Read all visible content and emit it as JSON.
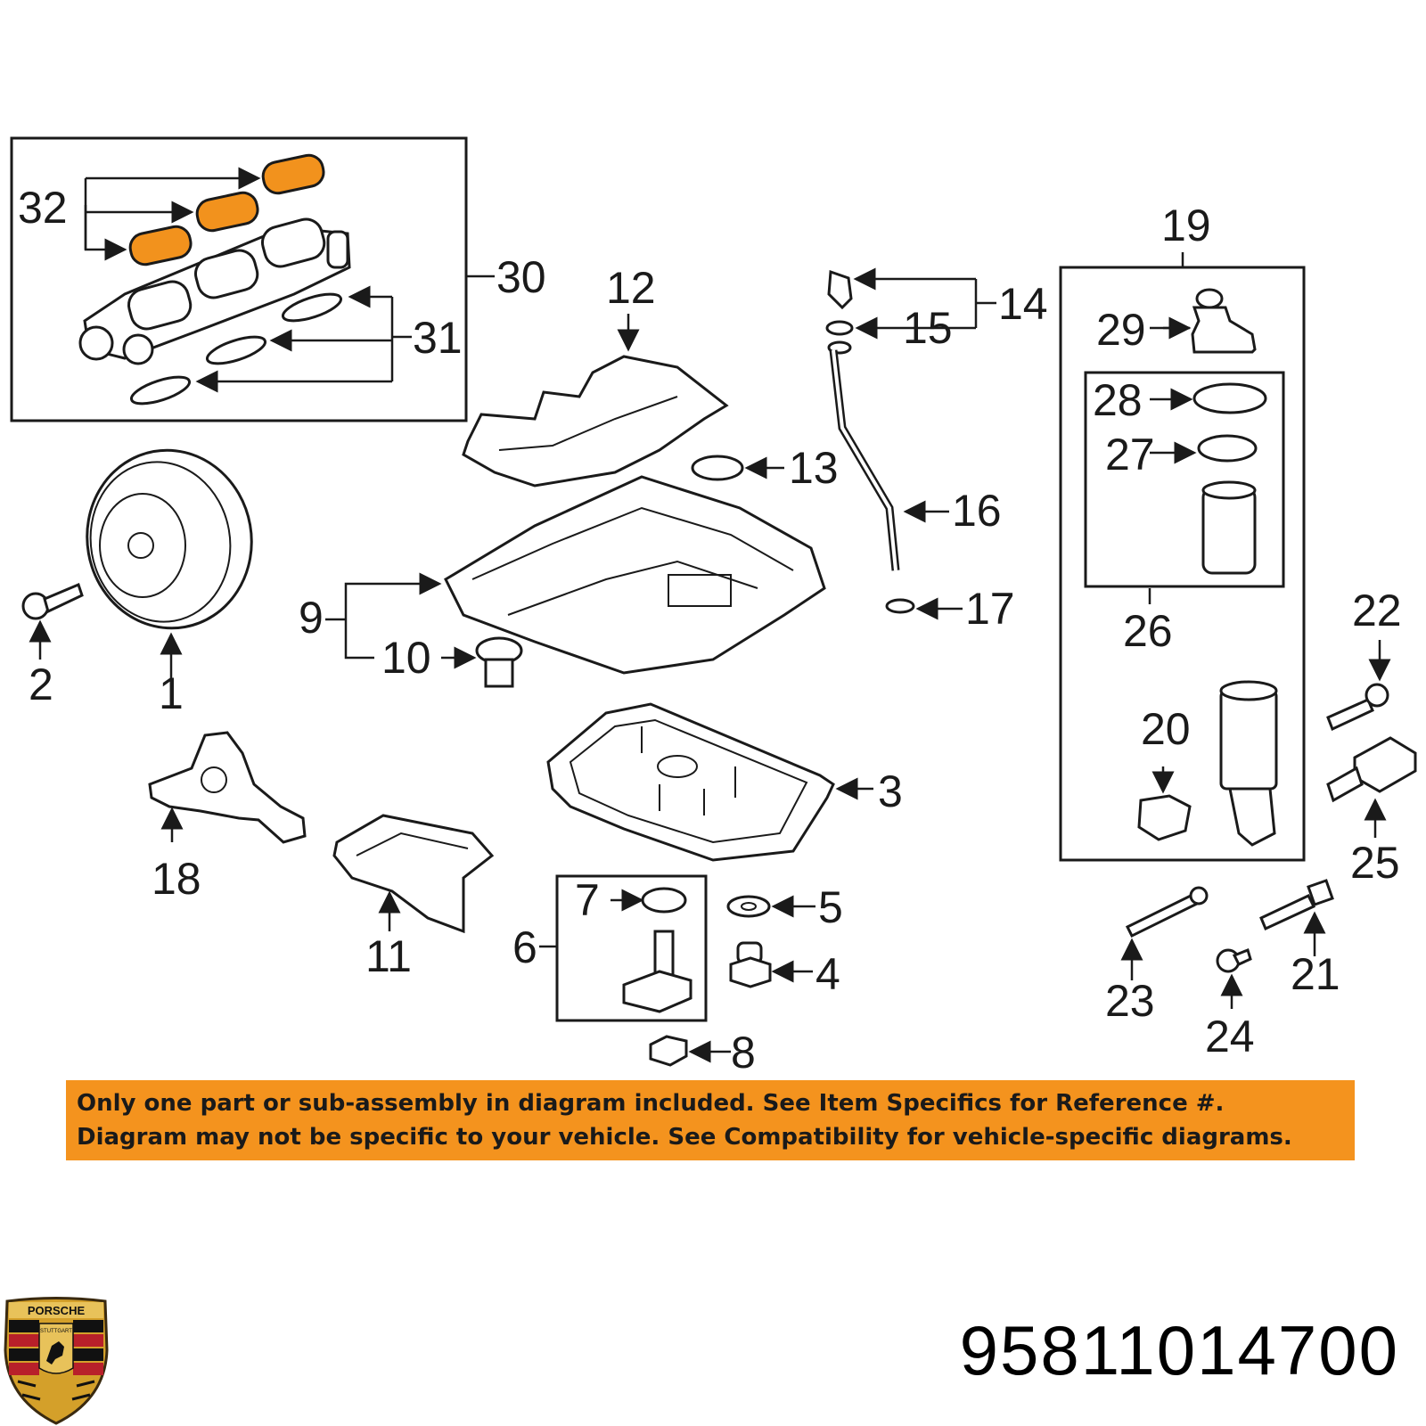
{
  "callouts": {
    "c1": "1",
    "c2": "2",
    "c3": "3",
    "c4": "4",
    "c5": "5",
    "c6": "6",
    "c7": "7",
    "c8": "8",
    "c9": "9",
    "c10": "10",
    "c11": "11",
    "c12": "12",
    "c13": "13",
    "c14": "14",
    "c15": "15",
    "c16": "16",
    "c17": "17",
    "c18": "18",
    "c19": "19",
    "c20": "20",
    "c21": "21",
    "c22": "22",
    "c23": "23",
    "c24": "24",
    "c25": "25",
    "c26": "26",
    "c27": "27",
    "c28": "28",
    "c29": "29",
    "c30": "30",
    "c31": "31",
    "c32": "32"
  },
  "notice": {
    "line1": "Only one part or sub-assembly in diagram included. See Item Specifics for Reference #.",
    "line2": "Diagram may not be specific to your vehicle. See Compatibility for vehicle-specific diagrams."
  },
  "part_number": "95811014700",
  "logo": {
    "text": "PORSCHE",
    "subtext": "STUTTGART",
    "icon": "porsche-crest-icon"
  },
  "colors": {
    "highlight": "#f4931e",
    "line": "#1a1a1a",
    "background": "#ffffff"
  }
}
